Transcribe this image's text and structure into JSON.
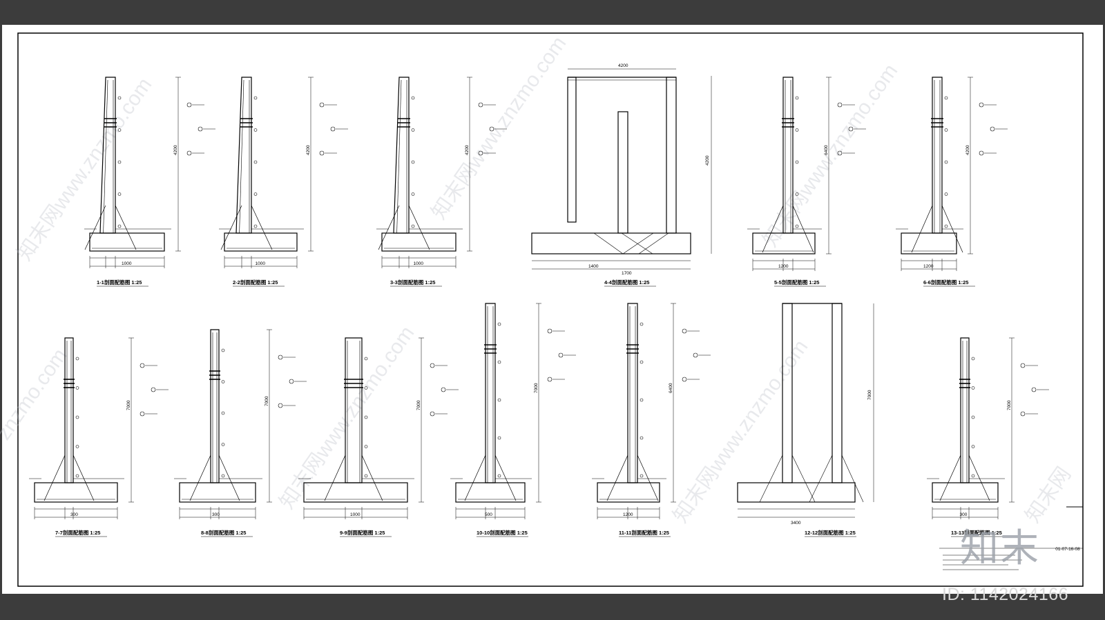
{
  "drawing": {
    "section_titles": [
      "1-1剖面配筋图 1:25",
      "2-2剖面配筋图 1:25",
      "3-3剖面配筋图 1:25",
      "4-4剖面配筋图 1:25",
      "5-5剖面配筋图 1:25",
      "6-6剖面配筋图 1:25",
      "7-7剖面配筋图 1:25",
      "8-8剖面配筋图 1:25",
      "9-9剖面配筋图 1:25",
      "10-10剖面配筋图 1:25",
      "11-11剖面配筋图 1:25",
      "12-12剖面配筋图 1:25",
      "13-13剖面配筋图 1:25"
    ],
    "dims": {
      "d1": "1000",
      "d2": "1400",
      "d3": "1700",
      "d4": "1200",
      "d5": "500",
      "d6": "300",
      "d7": "4200",
      "d8": "7000",
      "d9": "6400",
      "d10": "3400"
    },
    "title_block": {
      "drawing_no": "01-07-16-08"
    }
  },
  "watermark": {
    "text": "znzmo.com",
    "brand": "知末",
    "id_label": "ID: 1142024166"
  },
  "colors": {
    "background": "#3c3c3c",
    "paper": "#ffffff",
    "ink": "#000000",
    "watermark": "#b9bec6"
  }
}
